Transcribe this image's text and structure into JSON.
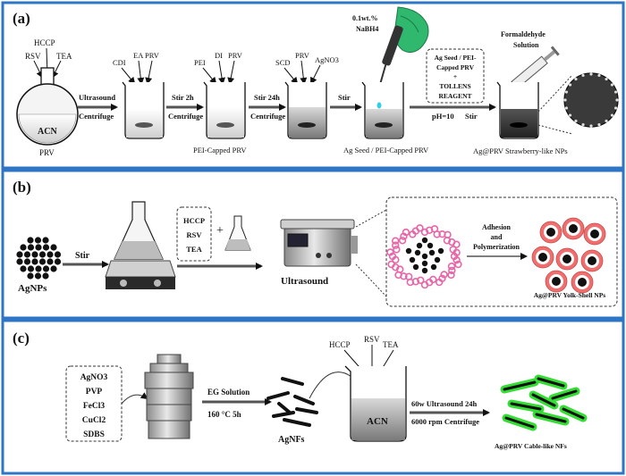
{
  "panels": [
    {
      "tag": "(a)",
      "flask_reagents": [
        "RSV",
        "HCCP",
        "TEA"
      ],
      "flask_solvent": "ACN",
      "flask_caption": "PRV",
      "arrow1": [
        "Ultrasound",
        "Centrifuge"
      ],
      "beaker1_reagents": [
        "CDI",
        "EA",
        "PRV"
      ],
      "arrow2": [
        "Stir 2h",
        "Centrifuge"
      ],
      "beaker2_reagents": [
        "PEI",
        "DI",
        "PRV"
      ],
      "beaker2_caption": "PEI-Capped PRV",
      "arrow3": [
        "Stir 24h",
        "Centrifuge"
      ],
      "beaker3_reagents": [
        "SCD",
        "PRV",
        "AgNO3"
      ],
      "arrow4": "Stir",
      "nabh4": [
        "0.1wt.%",
        "NaBH4"
      ],
      "beaker4_caption": "Ag Seed / PEI-Capped PRV",
      "box_lines": [
        "Ag Seed / PEI-",
        "Capped PRV",
        "+",
        "TOLLENS",
        "REAGENT"
      ],
      "arrow5": [
        "pH=10",
        "Stir"
      ],
      "formaldehyde": [
        "Formaldehyde",
        "Solution"
      ],
      "product_caption": "Ag@PRV Strawberry-like NPs"
    },
    {
      "tag": "(b)",
      "agnps_label": "AgNPs",
      "stir_label": "Stir",
      "box_lines": [
        "HCCP",
        "RSV",
        "TEA"
      ],
      "plus": "+",
      "ultrasound_label": "Ultrasound",
      "process_label": [
        "Adhesion",
        "and",
        "Polymerization"
      ],
      "product_caption": "Ag@PRV Yolk-Shell NPs"
    },
    {
      "tag": "(c)",
      "box_lines": [
        "AgNO3",
        "PVP",
        "FeCl3",
        "CuCl2",
        "SDBS"
      ],
      "arrow1": [
        "EG Solution",
        "160 °C   5h"
      ],
      "agnfs_label": "AgNFs",
      "beaker_reagents": [
        "HCCP",
        "RSV",
        "TEA"
      ],
      "beaker_solvent": "ACN",
      "arrow2": [
        "60w Ultrasound 24h",
        "6000 rpm  Centrifuge"
      ],
      "product_caption": "Ag@PRV Cable-like NFs"
    }
  ],
  "colors": {
    "panel_border": "#2e75c6",
    "agnp_black": "#111111",
    "pink_polymer": "#e866a8",
    "shell_red": "#ef6f6f",
    "fiber_green": "#33dd33",
    "fiber_core": "#111111",
    "drop_cyan": "#33d0e0",
    "drop_pink": "#ff6fcf",
    "glove_green": "#2fb86e"
  }
}
